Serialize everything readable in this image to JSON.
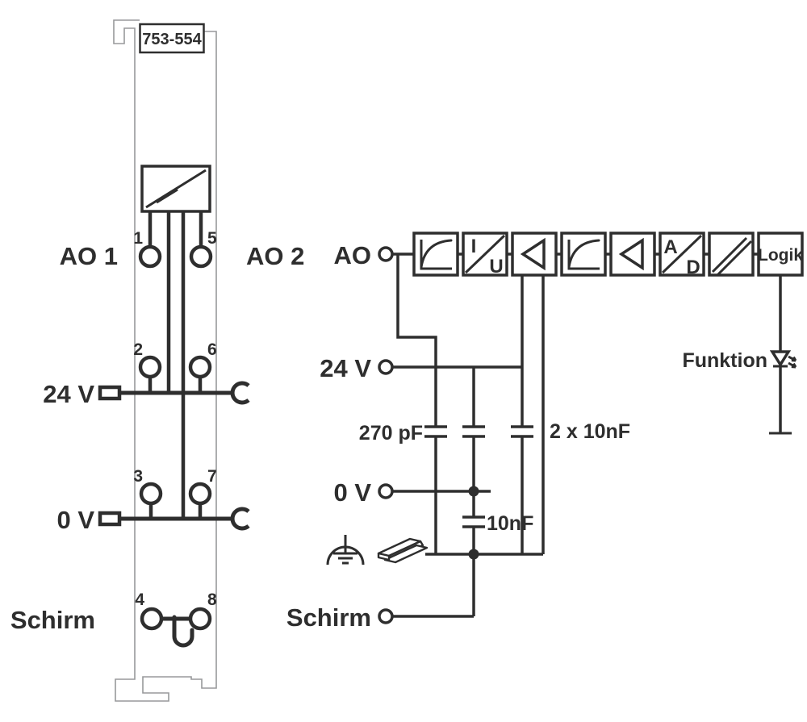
{
  "module": {
    "part_number": "753-554",
    "label_ao1": "AO 1",
    "label_ao2": "AO 2",
    "label_24v": "24 V",
    "label_0v": "0 V",
    "label_schirm": "Schirm",
    "terminals": [
      "1",
      "2",
      "3",
      "4",
      "5",
      "6",
      "7",
      "8"
    ]
  },
  "schematic": {
    "label_ao": "AO",
    "label_24v": "24 V",
    "label_0v": "0 V",
    "label_schirm": "Schirm",
    "cap_ao_shield": "270 pF",
    "cap_supply": "2 x 10nF",
    "cap_gnd": "10nF",
    "iu_top": "I",
    "iu_bottom": "U",
    "ad_top": "A",
    "ad_bottom": "D",
    "logic_label": "Logik",
    "led_label": "Funktion"
  },
  "colors": {
    "line": "#2e2e2e",
    "module_outline": "#98999b",
    "background": "#ffffff"
  }
}
